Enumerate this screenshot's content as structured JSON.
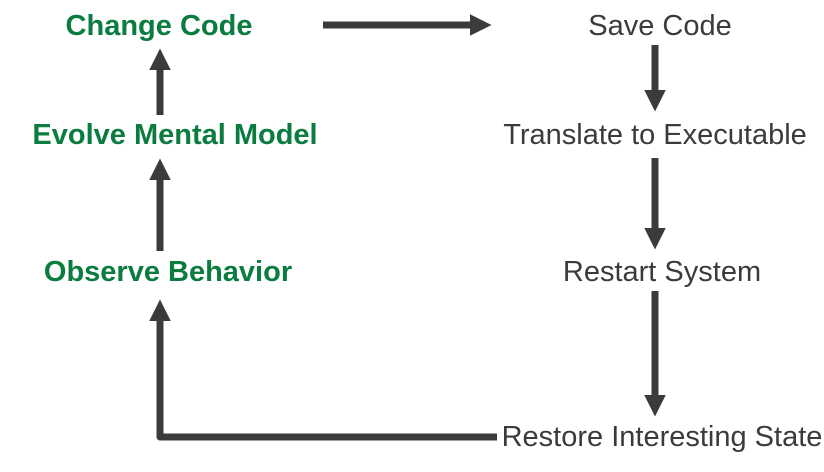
{
  "diagram": {
    "title": "edit-compile-run feedback loop",
    "background_color": "#ffffff",
    "arrow_color": "#3B3B3B",
    "left_column": {
      "text_color": "#0B7C3F",
      "font_weight": "bold",
      "nodes": [
        {
          "id": "change-code",
          "label": "Change Code"
        },
        {
          "id": "evolve-mental-model",
          "label": "Evolve Mental Model"
        },
        {
          "id": "observe-behavior",
          "label": "Observe Behavior"
        }
      ]
    },
    "right_column": {
      "text_color": "#3B3B3B",
      "font_weight": "normal",
      "nodes": [
        {
          "id": "save-code",
          "label": "Save Code"
        },
        {
          "id": "translate-to-executable",
          "label": "Translate to Executable"
        },
        {
          "id": "restart-system",
          "label": "Restart System"
        },
        {
          "id": "restore-interesting-state",
          "label": "Restore Interesting State"
        }
      ]
    },
    "edges": [
      {
        "from": "change-code",
        "to": "save-code",
        "direction": "right"
      },
      {
        "from": "save-code",
        "to": "translate-to-executable",
        "direction": "down"
      },
      {
        "from": "translate-to-executable",
        "to": "restart-system",
        "direction": "down"
      },
      {
        "from": "restart-system",
        "to": "restore-interesting-state",
        "direction": "down"
      },
      {
        "from": "restore-interesting-state",
        "to": "observe-behavior",
        "direction": "left-then-up"
      },
      {
        "from": "observe-behavior",
        "to": "evolve-mental-model",
        "direction": "up"
      },
      {
        "from": "evolve-mental-model",
        "to": "change-code",
        "direction": "up"
      }
    ]
  }
}
